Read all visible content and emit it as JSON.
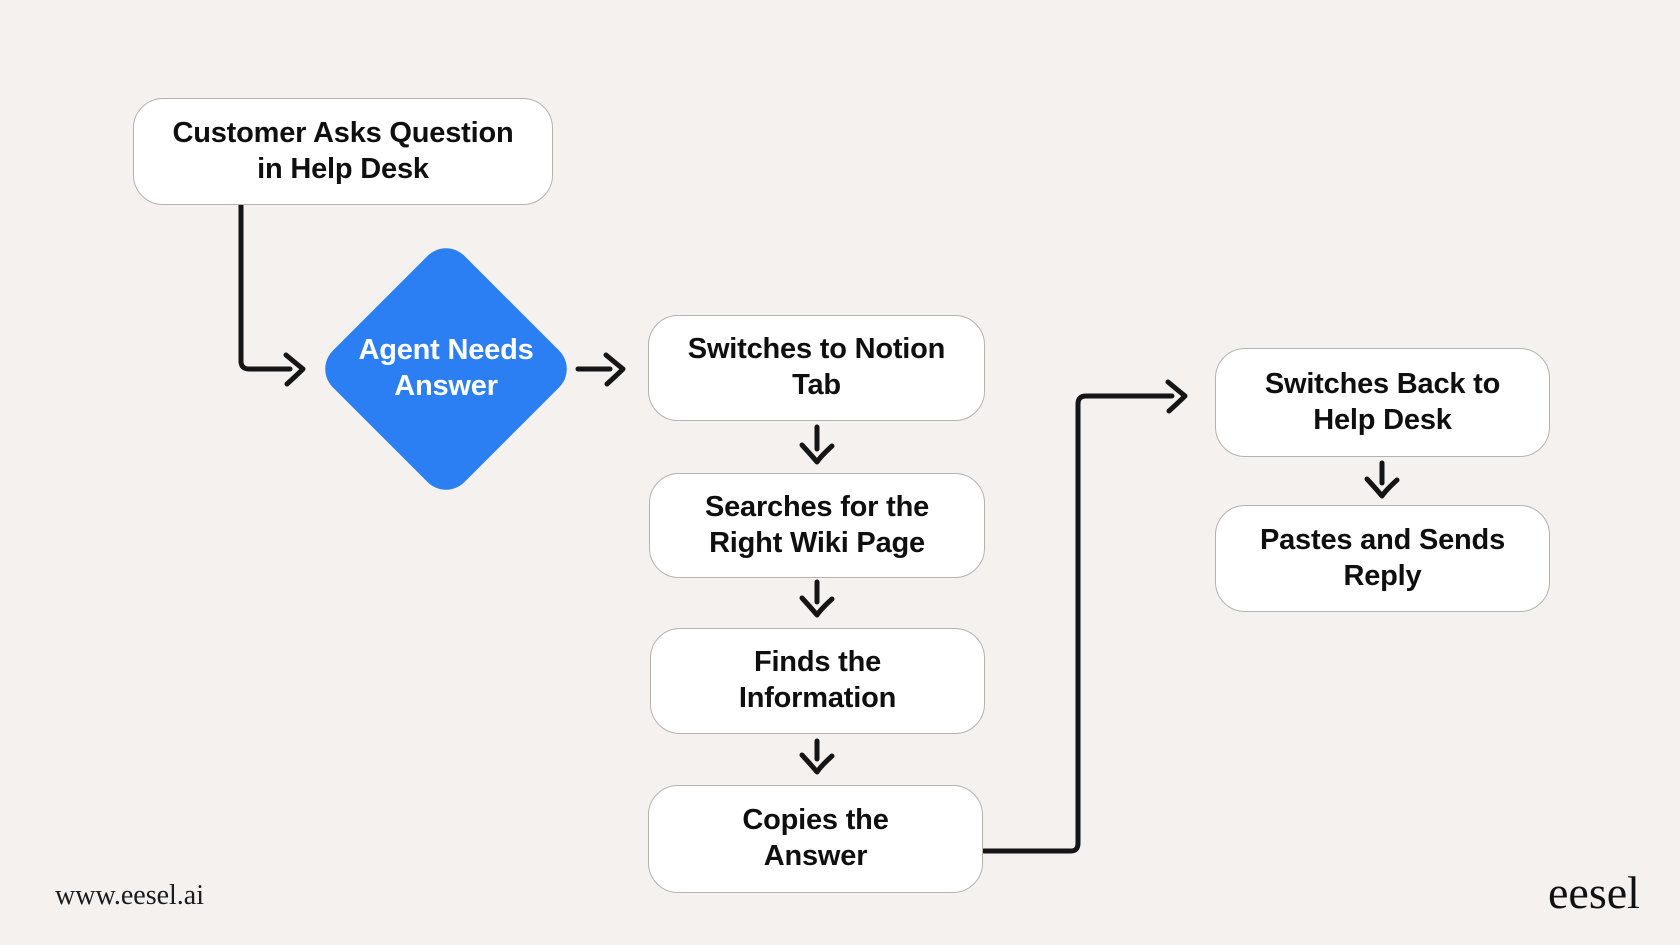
{
  "canvas": {
    "background_color": "#f4f1ee",
    "connector_color": "#151515",
    "box_fill_color": "#ffffff",
    "box_border_color": "#b5b2ae",
    "accent_blue": "#2b7ff2",
    "text_color": "#0f0f0f"
  },
  "flowchart": {
    "nodes": [
      {
        "id": "customer-question",
        "type": "process",
        "label": "Customer Asks Question\nin Help Desk"
      },
      {
        "id": "agent-needs-answer",
        "type": "decision",
        "label": "Agent Needs\nAnswer",
        "fill": "#2b7ff2",
        "text_color": "#ffffff"
      },
      {
        "id": "switch-notion",
        "type": "process",
        "label": "Switches to Notion\nTab"
      },
      {
        "id": "search-wiki",
        "type": "process",
        "label": "Searches for the\nRight Wiki Page"
      },
      {
        "id": "find-info",
        "type": "process",
        "label": "Finds the\nInformation"
      },
      {
        "id": "copy-answer",
        "type": "process",
        "label": "Copies the\nAnswer"
      },
      {
        "id": "switch-back",
        "type": "process",
        "label": "Switches Back to\nHelp Desk"
      },
      {
        "id": "paste-send",
        "type": "process",
        "label": "Pastes and Sends\nReply"
      }
    ],
    "edges": [
      {
        "from": "customer-question",
        "to": "agent-needs-answer"
      },
      {
        "from": "agent-needs-answer",
        "to": "switch-notion"
      },
      {
        "from": "switch-notion",
        "to": "search-wiki"
      },
      {
        "from": "search-wiki",
        "to": "find-info"
      },
      {
        "from": "find-info",
        "to": "copy-answer"
      },
      {
        "from": "copy-answer",
        "to": "switch-back"
      },
      {
        "from": "switch-back",
        "to": "paste-send"
      }
    ]
  },
  "footer": {
    "website": "www.eesel.ai",
    "brand": "eesel"
  }
}
